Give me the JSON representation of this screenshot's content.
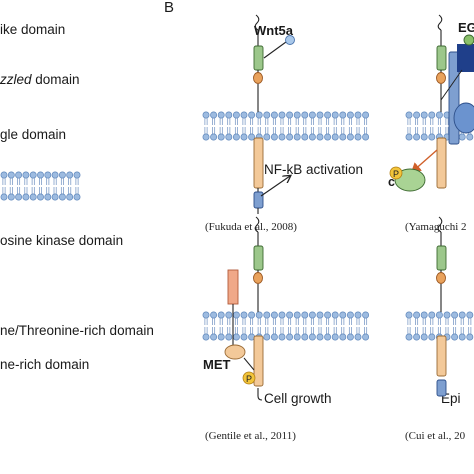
{
  "panel_b_letter": "B",
  "legend": {
    "item1": "ike domain",
    "item2_italic": "zzled",
    "item2_rest": " domain",
    "item3": "gle domain",
    "item4": "osine kinase domain",
    "item5": "ne/Threonine-rich domain",
    "item6": "ne-rich domain"
  },
  "panels": {
    "top_left": {
      "ligand": "Wnt5a",
      "output": "NF-kB activation",
      "citation": "(Fukuda et al., 2008)"
    },
    "top_right": {
      "ligand": "EG",
      "receptor": "EG",
      "phospho": "P",
      "kinase": "c-Src",
      "citation": "(Yamaguchi 2"
    },
    "bottom_left": {
      "partner": "MET",
      "phospho": "P",
      "output": "Cell growth",
      "citation": "(Gentile et al., 2011)"
    },
    "bottom_right": {
      "output": "Epi",
      "citation": "(Cui et al., 20"
    }
  },
  "colors": {
    "membrane_blue": "#8fb3dc",
    "membrane_dark": "#5f87bb",
    "green_domain": "#9cc78b",
    "orange_domain": "#e9a25c",
    "tan_domain": "#f3c999",
    "blue_domain": "#7e9fd0",
    "egfr_blue": "#5a86c7",
    "met_salmon": "#f0a888",
    "phospho_yellow": "#f2c43a",
    "csrc_green": "#a9d394"
  }
}
